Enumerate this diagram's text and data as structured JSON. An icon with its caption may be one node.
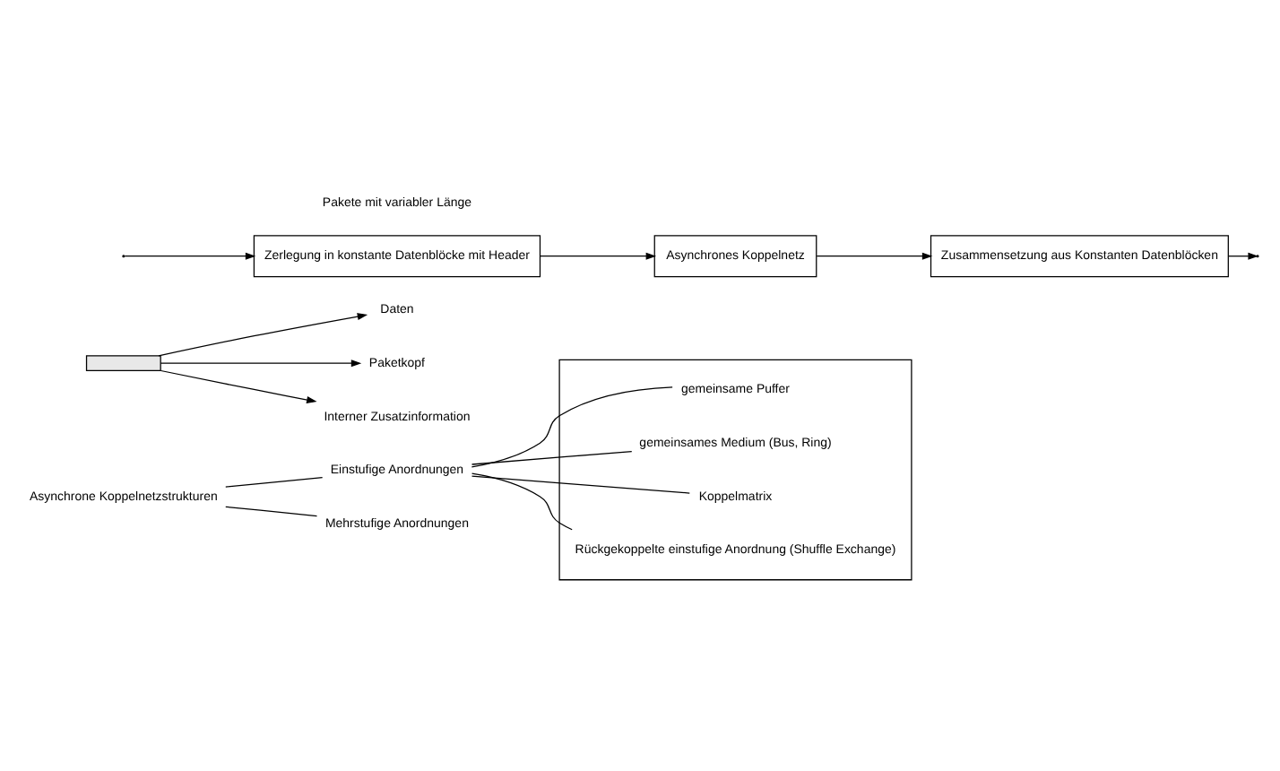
{
  "diagram": {
    "nodes": [
      {
        "text": [
          "Asynchrone Koppelnetzstrukturen"
        ]
      },
      {
        "text": [
          "Einstufige Anordnungen"
        ]
      },
      {
        "text": [],
        "shape": "box"
      },
      {
        "text": [
          "gemeinsame Puffer"
        ],
        "in": 2
      },
      {
        "text": [
          "gemeinsames Medium (Bus, Ring)"
        ],
        "in": 2
      },
      {
        "text": [
          "Koppelmatrix"
        ],
        "in": 2
      },
      {
        "text": [
          "Rückgekoppelte einstufige Anordnung (Shuffle Exchange)"
        ],
        "in": 2
      },
      {
        "text": [
          "Mehrstufige Anordnungen"
        ]
      },
      {
        "text": [],
        "shape": "bar"
      },
      {
        "text": [
          "Daten"
        ]
      },
      {
        "text": [
          "Paketkopf"
        ]
      },
      {
        "text": [
          "Interner Zusatzinformation"
        ]
      },
      {
        "text": [
          "Zerlegung in konstante Datenblöcke mit Header"
        ]
      },
      {
        "text": [
          "Asynchrones Koppelnetz"
        ]
      },
      {
        "text": [
          "Zusammensetzung aus Konstanten Datenblöcken"
        ]
      }
    ],
    "edges": [
      {
        "from": 0,
        "to": 1,
        "arrow": "none"
      },
      {
        "from": 1,
        "to": 3,
        "arrow": "none"
      },
      {
        "from": 1,
        "to": 4,
        "arrow": "none"
      },
      {
        "from": 1,
        "to": 5,
        "arrow": "none"
      },
      {
        "from": 1,
        "to": 6,
        "arrow": "none"
      },
      {
        "from": 0,
        "to": 7,
        "arrow": "none"
      },
      {
        "from": 8,
        "to": 9,
        "arrow": "to"
      },
      {
        "from": 8,
        "to": 10,
        "arrow": "to"
      },
      {
        "from": 8,
        "to": 11,
        "arrow": "to"
      },
      {
        "from": null,
        "to": 12,
        "arrow": "to"
      },
      {
        "from": 12,
        "to": 13,
        "arrow": "to"
      },
      {
        "from": 13,
        "to": 14,
        "arrow": "to"
      },
      {
        "from": 14,
        "to": null,
        "arrow": "to"
      }
    ],
    "labels": [
      "Pakete mit variabler Länge"
    ]
  }
}
